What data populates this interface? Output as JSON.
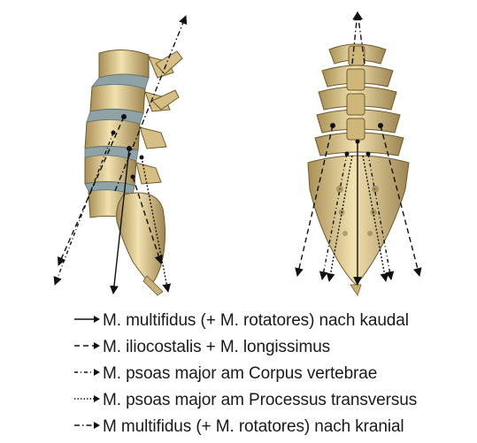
{
  "legend": [
    {
      "label": "M. multifidus (+ M. rotatores) nach kaudal",
      "style": "solid"
    },
    {
      "label": "M. iliocostalis + M. longissimus",
      "style": "dashed"
    },
    {
      "label": "M. psoas major  am Corpus vertebrae",
      "style": "dash-dot"
    },
    {
      "label": "M. psoas major am Processus transversus",
      "style": "dotted"
    },
    {
      "label": "M multifidus (+ M. rotatores) nach kranial",
      "style": "long-dash-dot"
    }
  ],
  "colors": {
    "bone": "#d9c48a",
    "bone_dark": "#8a7440",
    "disc": "#8fa3a6",
    "line": "#111111"
  }
}
